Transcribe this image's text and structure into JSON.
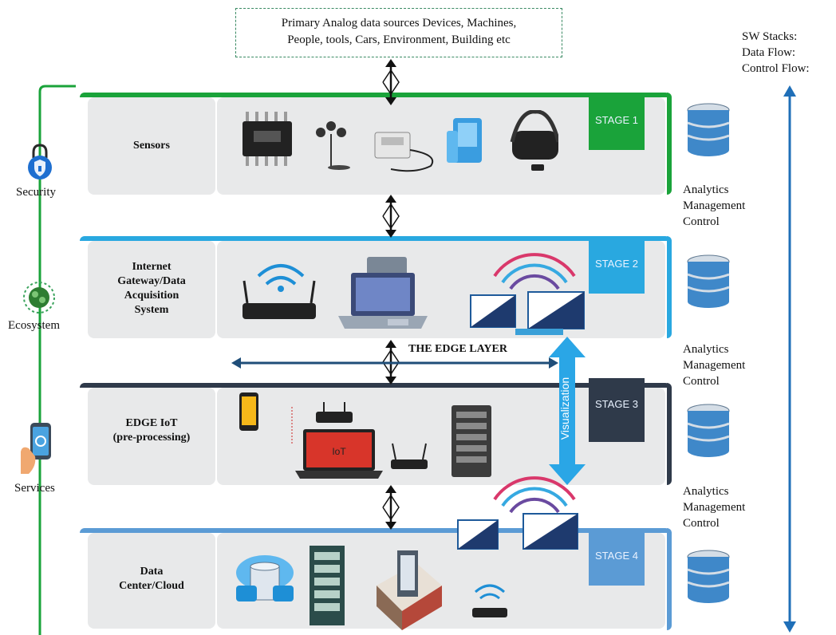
{
  "source_box": {
    "line1": "Primary Analog data sources  Devices, Machines,",
    "line2": "People, tools,  Cars, Environment,  Building etc"
  },
  "sw_legend": {
    "line1": "SW Stacks:",
    "line2": "Data Flow:",
    "line3": "Control Flow:"
  },
  "side": {
    "security": "Security",
    "ecosystem": "Ecosystem",
    "services": "Services"
  },
  "stages": [
    {
      "label": "STAGE 1",
      "name": [
        "Sensors"
      ],
      "color": "#1aa33a"
    },
    {
      "label": "STAGE 2",
      "name": [
        "Internet",
        "Gateway/Data",
        "Acquisition",
        "System"
      ],
      "color": "#29a8e0"
    },
    {
      "label": "STAGE 3",
      "name": [
        "EDGE IoT",
        "(pre-processing)"
      ],
      "color": "#2f3a4a"
    },
    {
      "label": "STAGE 4",
      "name": [
        "Data",
        "Center/Cloud"
      ],
      "color": "#5b9bd5"
    }
  ],
  "edge_layer": "THE EDGE LAYER",
  "visualization": "Visualization",
  "laptop_text": "IoT",
  "analytics": {
    "line1": "Analytics",
    "line2": "Management",
    "line3": "Control"
  },
  "colors": {
    "green": "#1aa33a",
    "cyan": "#29a8e0",
    "dark": "#2f3a4a",
    "blue": "#5b9bd5",
    "navy": "#1f4e79"
  }
}
